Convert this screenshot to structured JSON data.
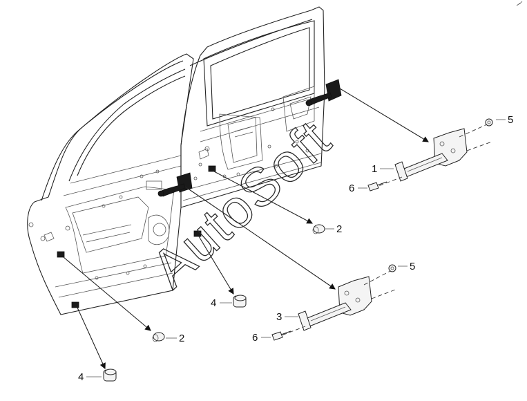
{
  "diagram": {
    "watermark": "AutoSoft",
    "callouts": {
      "c1": "1",
      "c2a": "2",
      "c2b": "2",
      "c3": "3",
      "c4a": "4",
      "c4b": "4",
      "c5a": "5",
      "c5b": "5",
      "c6a": "6",
      "c6b": "6"
    }
  }
}
